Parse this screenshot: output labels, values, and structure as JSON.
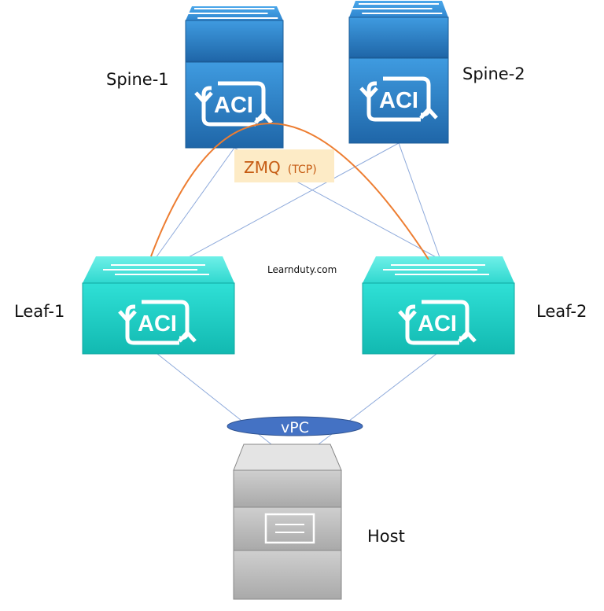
{
  "nodes": {
    "spine1": {
      "label": "Spine-1",
      "logo": "ACI"
    },
    "spine2": {
      "label": "Spine-2",
      "logo": "ACI"
    },
    "leaf1": {
      "label": "Leaf-1",
      "logo": "ACI"
    },
    "leaf2": {
      "label": "Leaf-2",
      "logo": "ACI"
    },
    "host": {
      "label": "Host"
    }
  },
  "vpc": {
    "label": "vPC"
  },
  "zmq": {
    "label": "ZMQ",
    "sub": "(TCP)"
  },
  "watermark": "Learnduty.com",
  "colors": {
    "spine": "#2b7cc4",
    "leaf": "#1fcdc4",
    "host": "#b8b8b8",
    "link": "#8eaadb",
    "zmq_arc": "#ed7d31",
    "zmq_box": "#fdebc6",
    "zmq_text": "#c55a11",
    "vpc": "#4472c4"
  }
}
